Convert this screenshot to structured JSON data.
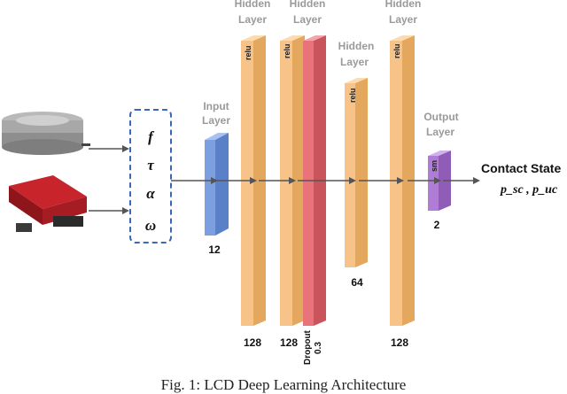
{
  "layers": {
    "hidden1": {
      "title_line1": "Hidden",
      "title_line2": "Layer",
      "activation": "relu",
      "size": "128"
    },
    "hidden2": {
      "title_line1": "Hidden",
      "title_line2": "Layer",
      "activation": "relu",
      "size": "128"
    },
    "dropout": {
      "label_line1": "Dropout",
      "label_line2": "0.3"
    },
    "hidden3": {
      "title_line1": "Hidden",
      "title_line2": "Layer",
      "activation": "relu",
      "size": "64"
    },
    "hidden4": {
      "title_line1": "Hidden",
      "title_line2": "Layer",
      "activation": "relu",
      "size": "128"
    },
    "input": {
      "title_line1": "Input",
      "title_line2": "Layer",
      "size": "12"
    },
    "output": {
      "title_line1": "Output",
      "title_line2": "Layer",
      "activation": "sm",
      "size": "2"
    }
  },
  "features": [
    "f",
    "τ",
    "α",
    "ω"
  ],
  "result": {
    "label": "Contact State",
    "probabilities": "p_sc , p_uc"
  },
  "caption": "Fig. 1: LCD Deep Learning Architecture",
  "colors": {
    "hidden": "#f7c388",
    "dropout": "#e9737a",
    "input": "#7b9fe0",
    "output": "#b07dd6",
    "dashed_box": "#3a67b8",
    "arrow": "#555555",
    "label_gray": "#9a9a9a"
  }
}
